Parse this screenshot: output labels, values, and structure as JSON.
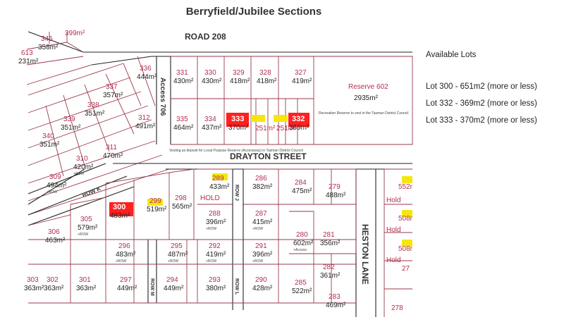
{
  "title": "Berryfield/Jubilee Sections",
  "roads": {
    "road_208": "ROAD 208",
    "drayton": "DRAYTON STREET",
    "heston": "HESTON LANE",
    "access": "Access 706",
    "row_k": "ROW K",
    "row_m": "ROW M",
    "row_l": "ROW L",
    "row_j": "ROW J"
  },
  "reserve": {
    "label": "Reserve 602",
    "area": "2935m²",
    "note": "Recreation Reserve to vest in the Tasman District Council"
  },
  "vesting_note": "Vesting as deposit for Local Purpose Reserve (Accessway) in Tasman District Council",
  "highlighted_lots": [
    "300",
    "333",
    "332"
  ],
  "yellow_lots": [
    "289",
    "299"
  ],
  "lots": [
    {
      "id": "345",
      "area": "358m²"
    },
    {
      "id": "399m²",
      "area": ""
    },
    {
      "id": "613",
      "area": "231m²"
    },
    {
      "id": "336",
      "area": "444m²"
    },
    {
      "id": "337",
      "area": "357m²"
    },
    {
      "id": "338",
      "area": "351m²"
    },
    {
      "id": "339",
      "area": "351m²"
    },
    {
      "id": "340",
      "area": "351m²"
    },
    {
      "id": "312",
      "area": "491m²"
    },
    {
      "id": "311",
      "area": "470m²"
    },
    {
      "id": "310",
      "area": "420m² +ROW"
    },
    {
      "id": "309",
      "area": "494m² +ROW"
    },
    {
      "id": "331",
      "area": "430m²"
    },
    {
      "id": "330",
      "area": "430m²"
    },
    {
      "id": "329",
      "area": "418m²"
    },
    {
      "id": "328",
      "area": "418m²"
    },
    {
      "id": "327",
      "area": "419m²"
    },
    {
      "id": "335",
      "area": "464m²"
    },
    {
      "id": "334",
      "area": "437m²"
    },
    {
      "id": "333",
      "area": "370m²"
    },
    {
      "id": "251m²",
      "area": ""
    },
    {
      "id": "251m²",
      "area": ""
    },
    {
      "id": "332",
      "area": "369m²"
    },
    {
      "id": "289",
      "area": "433m²"
    },
    {
      "id": "286",
      "area": "382m²"
    },
    {
      "id": "284",
      "area": "475m²"
    },
    {
      "id": "279",
      "area": "488m²"
    },
    {
      "id": "300",
      "area": "483m²"
    },
    {
      "id": "299",
      "area": "519m²"
    },
    {
      "id": "298",
      "area": "565m²"
    },
    {
      "id": "288",
      "area": "396m² +ROW"
    },
    {
      "id": "287",
      "area": "415m² +ROW"
    },
    {
      "id": "281",
      "area": "356m²"
    },
    {
      "id": "280",
      "area": "602m² +Access"
    },
    {
      "id": "305",
      "area": "579m² +ROW"
    },
    {
      "id": "306",
      "area": "463m²"
    },
    {
      "id": "296",
      "area": "483m² +ROW"
    },
    {
      "id": "295",
      "area": "487m² +ROW"
    },
    {
      "id": "292",
      "area": "419m² +ROW"
    },
    {
      "id": "291",
      "area": "396m² +ROW"
    },
    {
      "id": "282",
      "area": "361m²"
    },
    {
      "id": "302",
      "area": "363m²"
    },
    {
      "id": "301",
      "area": "363m²"
    },
    {
      "id": "297",
      "area": "449m²"
    },
    {
      "id": "294",
      "area": "449m²"
    },
    {
      "id": "293",
      "area": "380m²"
    },
    {
      "id": "290",
      "area": "428m²"
    },
    {
      "id": "285",
      "area": "522m²"
    },
    {
      "id": "283",
      "area": "469m²"
    },
    {
      "id": "303",
      "area": "363m²"
    },
    {
      "id": "278",
      "area": ""
    },
    {
      "id": "552r",
      "area": ""
    },
    {
      "id": "508r",
      "area": ""
    },
    {
      "id": "508r",
      "area": ""
    },
    {
      "id": "27",
      "area": ""
    }
  ],
  "hold_labels": [
    "HOLD",
    "Hold",
    "Hold",
    "Hold"
  ],
  "available": {
    "heading": "Available Lots",
    "items": [
      "Lot 300  -  651m2 (more or less)",
      "Lot 332  -  369m2 (more or less)",
      "Lot 333  -  370m2 (more or less)"
    ]
  }
}
